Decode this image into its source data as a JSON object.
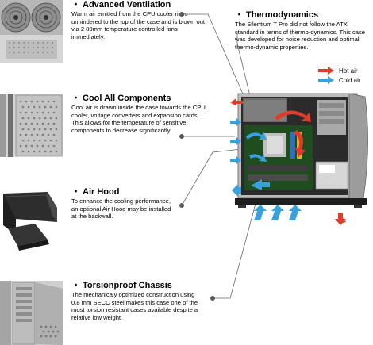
{
  "features": [
    {
      "title": "Advanced Ventilation",
      "text": "Warm air emitted from the CPU cooler rises unhindered to the top of the case and is blown out via 2 80mm temperature controlled fans immediately."
    },
    {
      "title": "Cool All Components",
      "text": "Cool air is drawn inside the case towards the CPU cooler, voltage converters and expansion cards. This allows for the temperature of sensitive components to decrease significantly."
    },
    {
      "title": "Air Hood",
      "text": "To enhance the cooling performance, an optional Air Hood may be installed at the backwall."
    },
    {
      "title": "Torsionproof Chassis",
      "text": "The mechanicaly optimized construction using 0.8 mm SECC steel makes this case one of the most torsion resistant cases available despite a relative low weight."
    }
  ],
  "thermodynamics": {
    "title": "Thermodynamics",
    "text": "The Silentium T Pro did not follow the ATX standard in terms of thermo-dynamics. This case was developed for noise reduction and optimal thermo-dynamic properties."
  },
  "bullet": "・",
  "legend": {
    "hot": {
      "label": "Hot air",
      "color": "#e03c2c"
    },
    "cold": {
      "label": "Cold air",
      "color": "#3aa0dc"
    }
  }
}
